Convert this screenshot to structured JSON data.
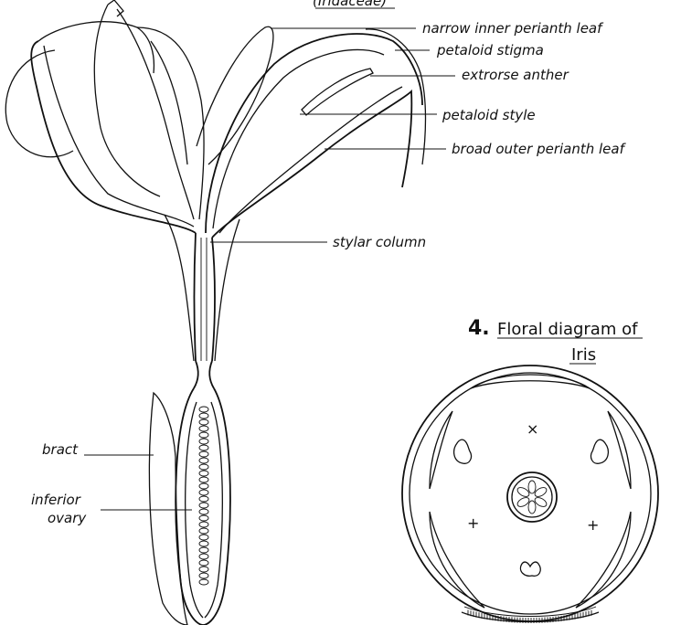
{
  "header_fragment": "(Iridaceae)",
  "labels": {
    "narrow_inner_perianth_leaf": "narrow inner perianth leaf",
    "petaloid_stigma": "petaloid stigma",
    "extrorse_anther": "extrorse anther",
    "petaloid_style": "petaloid style",
    "broad_outer_perianth_leaf": "broad outer perianth leaf",
    "stylar_column": "stylar column",
    "bract": "bract",
    "inferior_ovary_line1": "inferior",
    "inferior_ovary_line2": "ovary"
  },
  "floral_diagram": {
    "number": "4.",
    "title_line1": "Floral diagram of",
    "title_line2": "Iris",
    "symbols": {
      "cross": "×",
      "plus": "+"
    }
  },
  "colors": {
    "ink": "#111111",
    "paper": "#ffffff"
  }
}
